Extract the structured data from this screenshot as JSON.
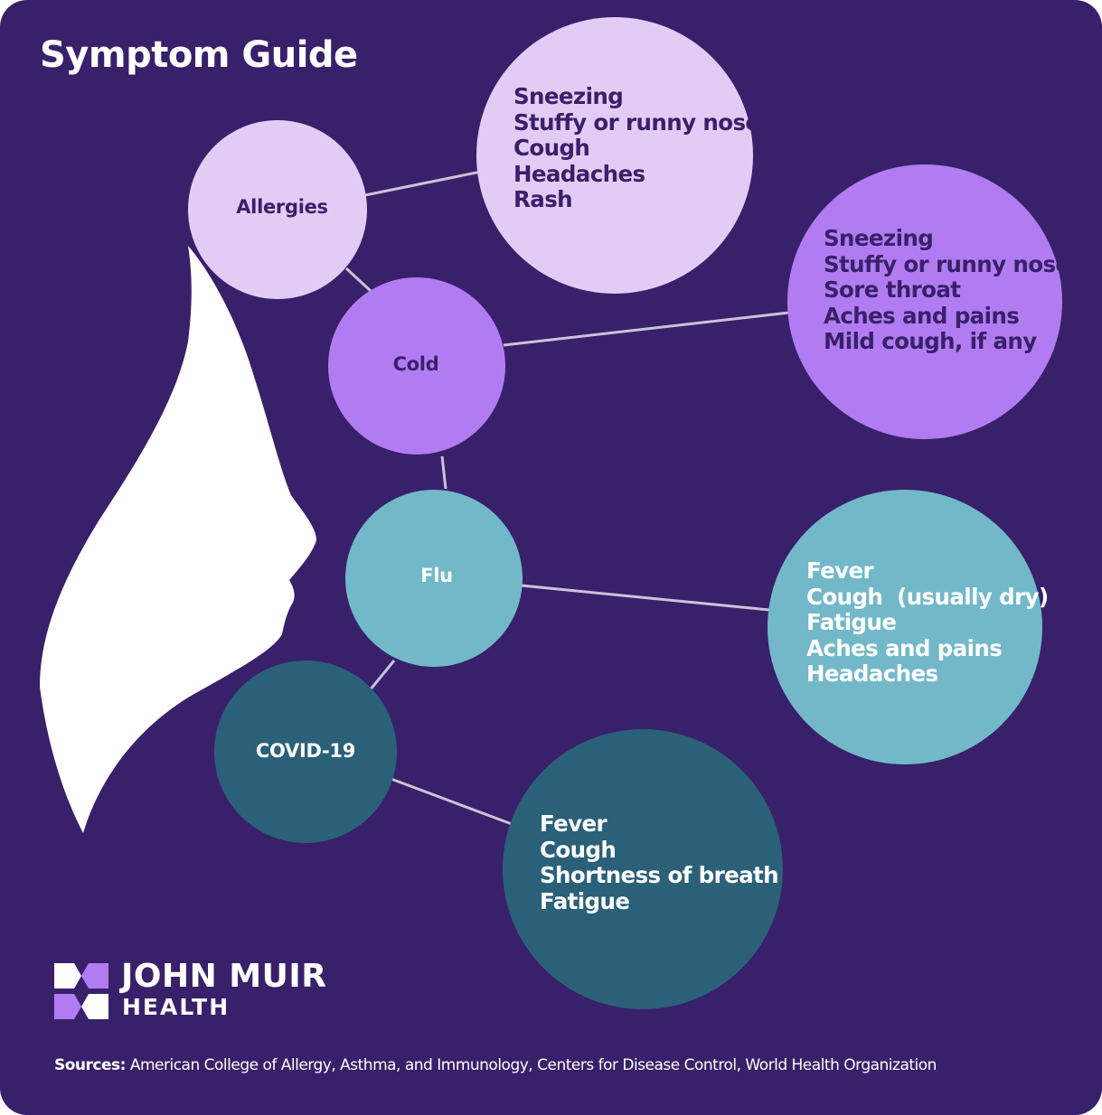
{
  "title": "Symptom Guide",
  "colors": {
    "background": "#39206a",
    "allergies": "#e2ccf5",
    "cold": "#b17cf2",
    "flu": "#72b8c9",
    "covid": "#2b6079",
    "text_dark": "#39206a",
    "text_light": "#ffffff",
    "connector": "#c9c3d9"
  },
  "conditions": [
    {
      "name": "Allergies",
      "symptoms": [
        "Sneezing",
        "Stuffy or runny nose",
        "Cough",
        "Headaches",
        "Rash"
      ]
    },
    {
      "name": "Cold",
      "symptoms": [
        "Sneezing",
        "Stuffy or runny nose",
        "Sore throat",
        "Aches and pains",
        "Mild cough, if any"
      ]
    },
    {
      "name": "Flu",
      "symptoms": [
        "Fever",
        "Cough  (usually dry)",
        "Fatigue",
        "Aches and pains",
        "Headaches"
      ]
    },
    {
      "name": "COVID-19",
      "symptoms": [
        "Fever",
        "Cough",
        "Shortness of breath",
        "Fatigue"
      ]
    }
  ],
  "logo": {
    "name": "JOHN MUIR",
    "sub": "HEALTH",
    "icon": "john-muir-logo-icon"
  },
  "sources": {
    "label": "Sources:",
    "text": "American College of Allergy, Asthma, and Immunology, Centers for Disease Control, World Health Organization"
  }
}
